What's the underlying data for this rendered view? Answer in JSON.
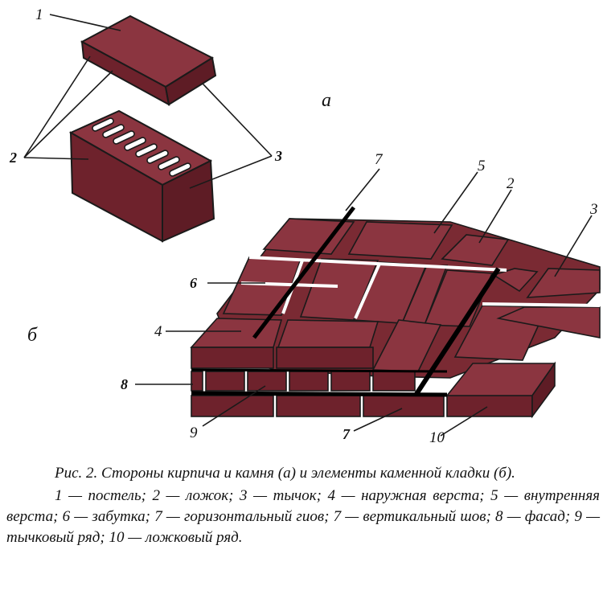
{
  "diagram": {
    "part_labels": {
      "a": "а",
      "b": "б"
    },
    "labels": {
      "l1": "1",
      "l2": "2",
      "l3": "3",
      "m7": "7",
      "m5": "5",
      "m2": "2",
      "m3": "3",
      "m6": "6",
      "m4": "4",
      "m8": "8",
      "m9": "9",
      "m7b": "7",
      "m10": "10"
    },
    "colors": {
      "brick": "#7a2a33",
      "brick_top": "#8b3540",
      "brick_side": "#5e1c25",
      "outline": "#1a1a1a",
      "mortar": "#ffffff"
    }
  },
  "caption": {
    "title": "Рис. 2. Стороны кирпича и камня (а) и элементы каменной кладки (б).",
    "legend": "1 — постель; 2 — ложок; 3 — тычок; 4 — наружная верста; 5 — внутренняя верста; 6 — забутка; 7 — горизонтальный гиов; 7 — вертикальный шов; 8 — фасад; 9 — тычковый ряд; 10 — ложковый ряд."
  }
}
